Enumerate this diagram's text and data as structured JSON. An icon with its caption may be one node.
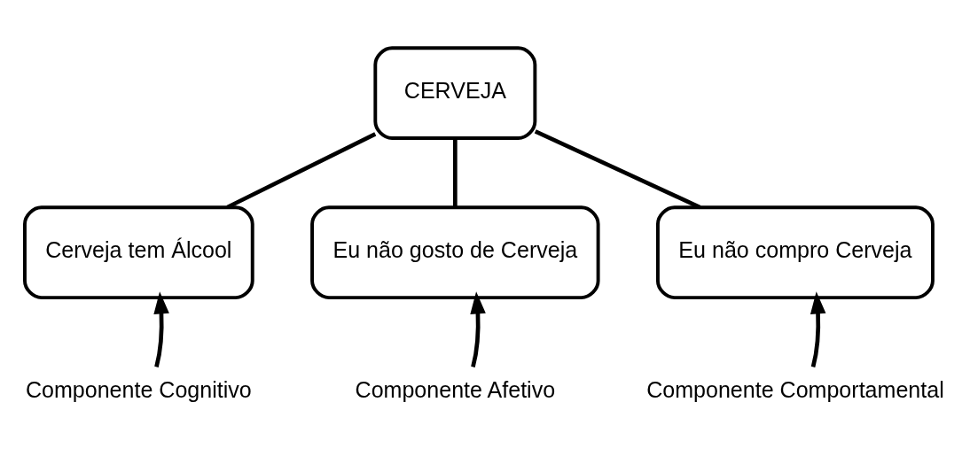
{
  "diagram": {
    "nodes": [
      {
        "text": [
          "CERVEJA"
        ]
      },
      {
        "text": [
          "Cerveja tem Álcool"
        ]
      },
      {
        "text": [
          "Eu não gosto de Cerveja"
        ]
      },
      {
        "text": [
          "Eu não compro Cerveja"
        ]
      },
      {
        "text": [
          "Componente Cognitivo"
        ]
      },
      {
        "text": [
          "Componente Afetivo"
        ]
      },
      {
        "text": [
          "Componente Comportamental"
        ]
      }
    ],
    "edges": [
      {
        "from": 0,
        "to": 1,
        "arrow": "none"
      },
      {
        "from": 0,
        "to": 2,
        "arrow": "none"
      },
      {
        "from": 0,
        "to": 3,
        "arrow": "none"
      },
      {
        "from": 4,
        "to": 1,
        "arrow": "to"
      },
      {
        "from": 5,
        "to": 2,
        "arrow": "to"
      },
      {
        "from": 6,
        "to": 3,
        "arrow": "to"
      }
    ]
  }
}
